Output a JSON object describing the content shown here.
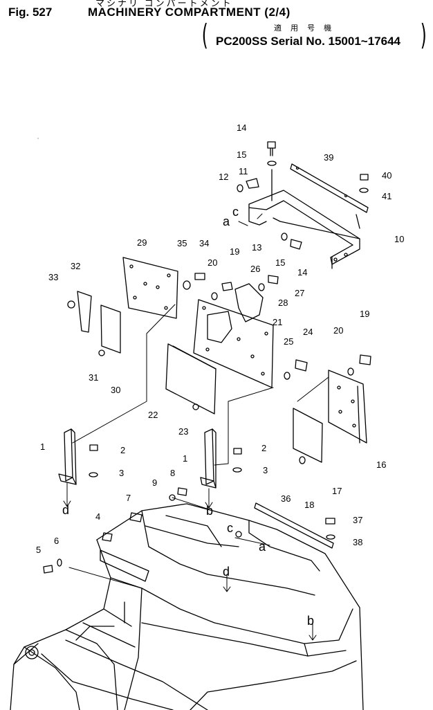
{
  "header": {
    "japanese_title": "マシナリ コンパートメント",
    "fig_no": "Fig. 527",
    "title": "MACHINERY COMPARTMENT (2/4)",
    "applicable_label": "適 用 号 機",
    "serial_range": "PC200SS Serial No. 15001~17644"
  },
  "callouts": [
    {
      "id": "c1",
      "text": "1"
    },
    {
      "id": "c1b",
      "text": "1"
    },
    {
      "id": "c2",
      "text": "2"
    },
    {
      "id": "c2b",
      "text": "2"
    },
    {
      "id": "c3",
      "text": "3"
    },
    {
      "id": "c3b",
      "text": "3"
    },
    {
      "id": "c4",
      "text": "4"
    },
    {
      "id": "c5",
      "text": "5"
    },
    {
      "id": "c6",
      "text": "6"
    },
    {
      "id": "c7",
      "text": "7"
    },
    {
      "id": "c8",
      "text": "8"
    },
    {
      "id": "c9",
      "text": "9"
    },
    {
      "id": "c10",
      "text": "10"
    },
    {
      "id": "c11",
      "text": "11"
    },
    {
      "id": "c12",
      "text": "12"
    },
    {
      "id": "c13",
      "text": "13"
    },
    {
      "id": "c14",
      "text": "14"
    },
    {
      "id": "c14b",
      "text": "14"
    },
    {
      "id": "c15",
      "text": "15"
    },
    {
      "id": "c15b",
      "text": "15"
    },
    {
      "id": "c16",
      "text": "16"
    },
    {
      "id": "c17",
      "text": "17"
    },
    {
      "id": "c18",
      "text": "18"
    },
    {
      "id": "c19",
      "text": "19"
    },
    {
      "id": "c19b",
      "text": "19"
    },
    {
      "id": "c20",
      "text": "20"
    },
    {
      "id": "c20b",
      "text": "20"
    },
    {
      "id": "c21",
      "text": "21"
    },
    {
      "id": "c22",
      "text": "22"
    },
    {
      "id": "c23",
      "text": "23"
    },
    {
      "id": "c24",
      "text": "24"
    },
    {
      "id": "c25",
      "text": "25"
    },
    {
      "id": "c26",
      "text": "26"
    },
    {
      "id": "c27",
      "text": "27"
    },
    {
      "id": "c28",
      "text": "28"
    },
    {
      "id": "c29",
      "text": "29"
    },
    {
      "id": "c30",
      "text": "30"
    },
    {
      "id": "c31",
      "text": "31"
    },
    {
      "id": "c32",
      "text": "32"
    },
    {
      "id": "c33",
      "text": "33"
    },
    {
      "id": "c34",
      "text": "34"
    },
    {
      "id": "c35",
      "text": "35"
    },
    {
      "id": "c36",
      "text": "36"
    },
    {
      "id": "c37",
      "text": "37"
    },
    {
      "id": "c38",
      "text": "38"
    },
    {
      "id": "c39",
      "text": "39"
    },
    {
      "id": "c40",
      "text": "40"
    },
    {
      "id": "c41",
      "text": "41"
    }
  ],
  "reference_letters": [
    {
      "id": "la1",
      "text": "a"
    },
    {
      "id": "la2",
      "text": "a"
    },
    {
      "id": "lb1",
      "text": "b"
    },
    {
      "id": "lb2",
      "text": "b"
    },
    {
      "id": "lc1",
      "text": "c"
    },
    {
      "id": "lc2",
      "text": "c"
    },
    {
      "id": "ld1",
      "text": "d"
    },
    {
      "id": "ld2",
      "text": "d"
    }
  ]
}
